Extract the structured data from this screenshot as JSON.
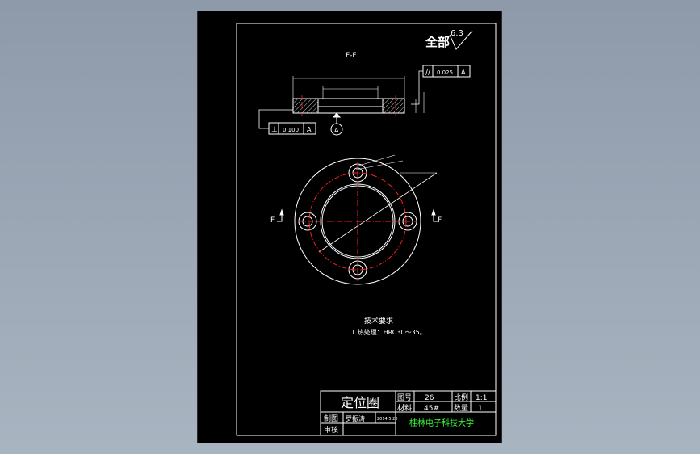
{
  "section_label": "F-F",
  "surface_finish": {
    "prefix": "全部",
    "value": "6.3"
  },
  "tolerances": {
    "parallelism": {
      "symbol": "//",
      "value": "0.025",
      "datum": "A"
    },
    "perpendicularity": {
      "symbol": "⊥",
      "value": "0.100",
      "datum": "A"
    },
    "datum_marker": "A"
  },
  "cut_labels": {
    "left": "F",
    "right": "F"
  },
  "tech_requirements": {
    "title": "技术要求",
    "item1": "1.热处理：HRC30～35。"
  },
  "title_block": {
    "part_name": "定位圈",
    "material_label": "图号",
    "material_value": "26",
    "material2_label": "材料",
    "material2_value": "45#",
    "scale_label": "比例",
    "scale_value": "1:1",
    "qty_label": "数量",
    "qty_value": "1",
    "drawn_label": "制图",
    "drawn_name": "罗振涛",
    "drawn_date": "2014.5.20",
    "check_label": "审核",
    "school": "桂林电子科技大学"
  },
  "colors": {
    "line": "#ffffff",
    "center": "#ff2020",
    "school_text": "#3cff3c"
  }
}
